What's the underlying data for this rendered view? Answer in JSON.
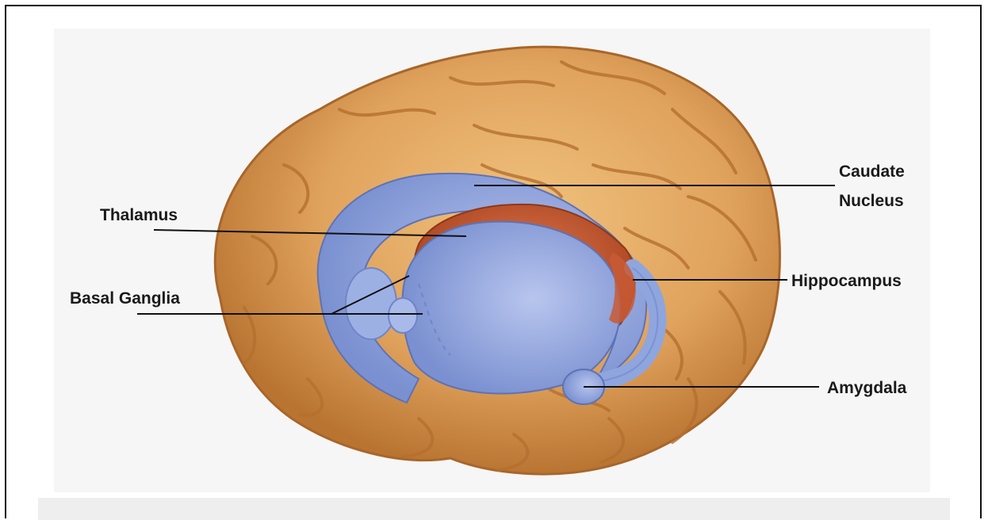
{
  "labels": {
    "caudate_line1": "Caudate",
    "caudate_line2": "Nucleus",
    "thalamus": "Thalamus",
    "hippocampus": "Hippocampus",
    "basal_ganglia": "Basal Ganglia",
    "amygdala": "Amygdala"
  },
  "colors": {
    "cortex": "#e0a35d",
    "cortex_shadow": "#c47f38",
    "ventricle": "#8fa5de",
    "ventricle_dark": "#6f86c8",
    "thalamus": "#c85a35",
    "leader_line": "#111111"
  }
}
